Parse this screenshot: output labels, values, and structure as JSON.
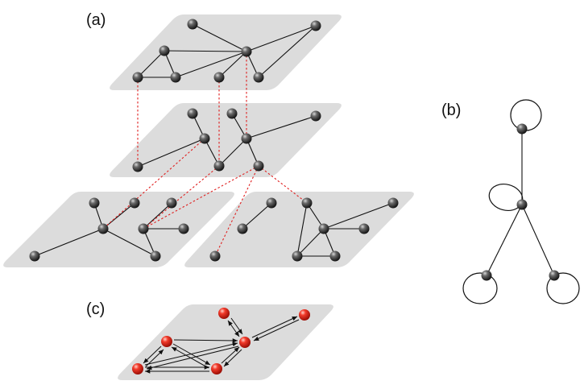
{
  "labels": {
    "a": "(a)",
    "b": "(b)",
    "c": "(c)"
  },
  "colors": {
    "plane": "#dcdcdc",
    "node": "#3a3a3a",
    "red_node": "#e8281e",
    "interlink": "#e02020"
  }
}
